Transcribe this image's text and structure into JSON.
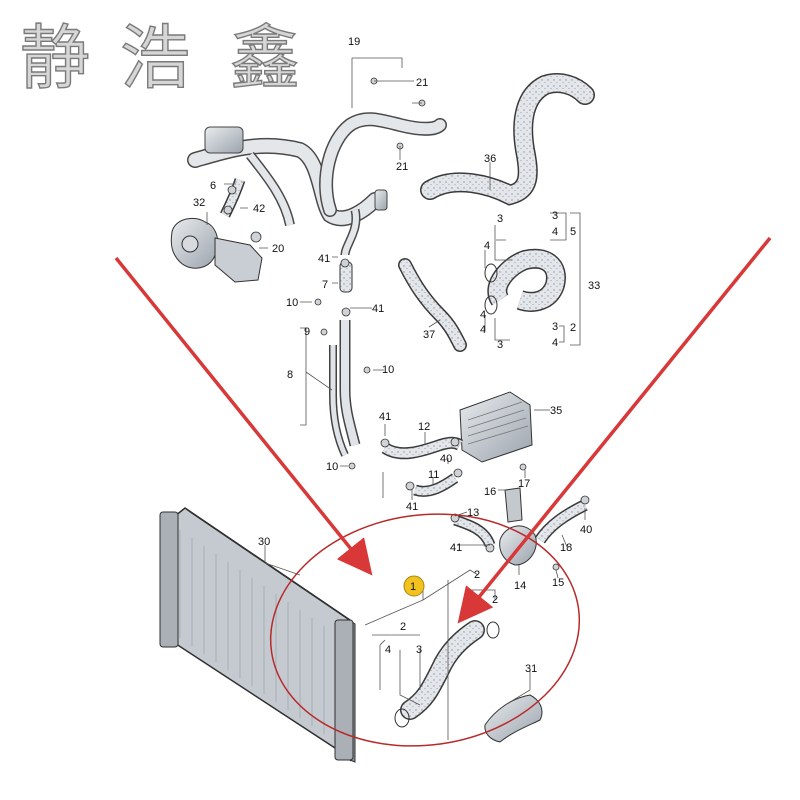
{
  "watermark": {
    "chars": [
      "静",
      "浩",
      "鑫"
    ]
  },
  "highlight": {
    "part": "1",
    "ring_color": "#b82a2a",
    "arrow_color": "#d83838",
    "badge_color": "#f2c31f"
  },
  "callouts": [
    "19",
    "21",
    "21",
    "36",
    "6",
    "42",
    "32",
    "20",
    "3",
    "4",
    "5",
    "3",
    "4",
    "4",
    "33",
    "41",
    "7",
    "10",
    "41",
    "37",
    "4",
    "3",
    "2",
    "4",
    "3",
    "9",
    "8",
    "10",
    "35",
    "41",
    "12",
    "10",
    "40",
    "11",
    "17",
    "16",
    "41",
    "13",
    "40",
    "30",
    "41",
    "18",
    "15",
    "14",
    "1",
    "2",
    "2",
    "4",
    "3",
    "31"
  ]
}
